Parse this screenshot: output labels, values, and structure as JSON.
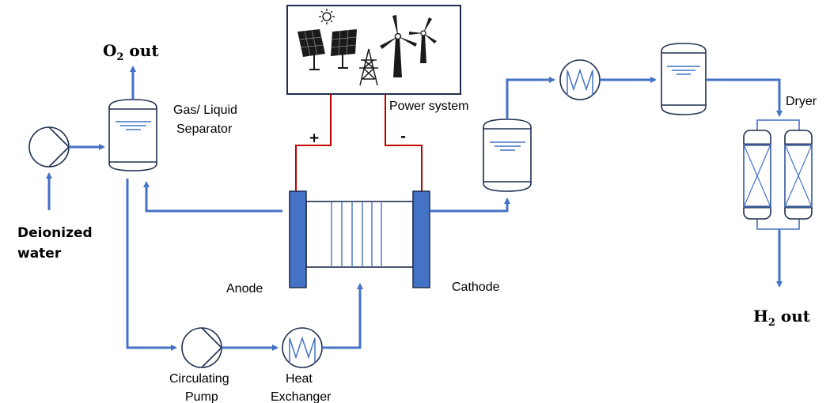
{
  "labels": {
    "o2_prefix": "O",
    "o2_sub": "2",
    "o2_suffix": " out",
    "h2_prefix": "H",
    "h2_sub": "2",
    "h2_suffix": " out",
    "gas_liquid_line1": "Gas/ Liquid",
    "gas_liquid_line2": "Separator",
    "deionized_line1": "Deionized",
    "deionized_line2": "water",
    "power_system": "Power system",
    "plus": "+",
    "minus": "-",
    "anode": "Anode",
    "cathode": "Cathode",
    "circulating_line1": "Circulating",
    "circulating_line2": "Pump",
    "heat_line1": "Heat",
    "heat_line2": "Exchanger",
    "dryer": "Dryer"
  },
  "colors": {
    "pipe": "#4472c4",
    "electrode": "#4472c4",
    "wire": "#c00000",
    "outline": "#1f2d4e"
  },
  "icons": [
    "solar-panel-icon",
    "sun-icon",
    "transmission-tower-icon",
    "wind-turbine-icon"
  ]
}
